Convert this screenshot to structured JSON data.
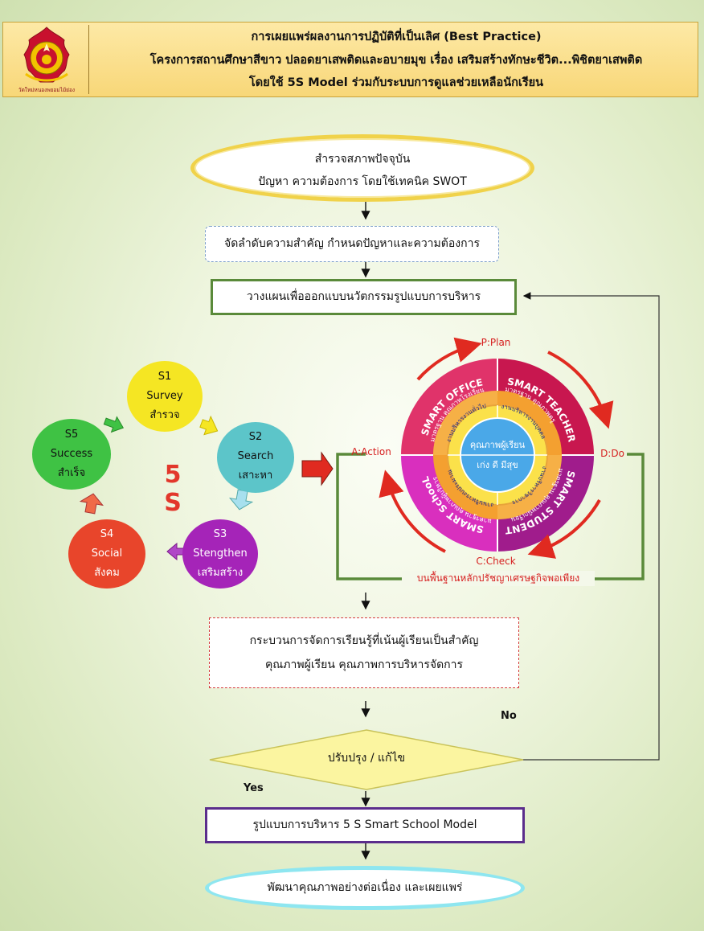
{
  "header": {
    "line1": "การเผยแพร่ผลงานการปฏิบัติที่เป็นเลิศ (Best Practice)",
    "line2": "โครงการสถานศึกษาสีขาว ปลอดยาเสพติดและอบายมุข เรื่อง เสริมสร้างทักษะชีวิต...พิชิตยาเสพติด",
    "line3": "โดยใช้ 5S Model ร่วมกับระบบการดูแลช่วยเหลือนักเรียน",
    "seal_text": "วัดใหม่หนองพยอมไม้ย่อง"
  },
  "flow": {
    "start_line1": "สำรวจสภาพปัจจุบัน",
    "start_line2": "ปัญหา ความต้องการ โดยใช้เทคนิค SWOT",
    "prioritize": "จัดลำดับความสำคัญ กำหนดปัญหาและความต้องการ",
    "plan": "วางแผนเพื่อออกแบบนวัตกรรมรูปแบบการบริหาร",
    "process_line1": "กระบวนการจัดการเรียนรู้ที่เน้นผู้เรียนเป็นสำคัญ",
    "process_line2": "คุณภาพผู้เรียน  คุณภาพการบริหารจัดการ",
    "decision": "ปรับปรุง / แก้ไข",
    "no_label": "No",
    "yes_label": "Yes",
    "model": "รูปแบบการบริหาร 5 S Smart School Model",
    "end": "พัฒนาคุณภาพอย่างต่อเนื่อง และเผยแพร่"
  },
  "five_s": {
    "title": "5 S",
    "s1": {
      "code": "S1",
      "en": "Survey",
      "th": "สำรวจ"
    },
    "s2": {
      "code": "S2",
      "en": "Search",
      "th": "เสาะหา"
    },
    "s3": {
      "code": "S3",
      "en": "Stengthen",
      "th": "เสริมสร้าง"
    },
    "s4": {
      "code": "S4",
      "en": "Social",
      "th": "สังคม"
    },
    "s5": {
      "code": "S5",
      "en": "Success",
      "th": "สำเร็จ"
    }
  },
  "pdca": {
    "plan": "P:Plan",
    "do": "D:Do",
    "check": "C:Check",
    "action": "A:Action",
    "base": "บนพื้นฐานหลักปรัชญาเศรษฐกิจพอเพียง",
    "center_line1": "คุณภาพผู้เรียน",
    "center_line2": "เก่ง ดี มีสุข",
    "q_office": "SMART OFFICE",
    "q_teacher": "SMART TEACHER",
    "q_student": "SMART STUDENT",
    "q_school": "SMART SchooL",
    "std_office": "มาตรฐาน คุณภาพโรงเรียน",
    "std_teacher": "มาตรฐาน คุณภาพครู",
    "std_student": "มาตรฐาน คุณภาพนักเรียน",
    "std_school": "มาตรฐาน คุณภาพผู้บริหาร",
    "work_general": "งานบริหารงานทั่วไป",
    "work_personnel": "งานบริหารงานบุคคล",
    "work_academic": "งานบริหารวิชาการ",
    "work_budget": "งานบริหารงบประมาณ"
  },
  "colors": {
    "s1": "#f5e623",
    "s2": "#5cc5c9",
    "s3": "#a524b8",
    "s4": "#e8452b",
    "s5": "#3fc244",
    "office": "#e0336a",
    "teacher": "#c8174f",
    "student": "#a01c8c",
    "school": "#d92fbe",
    "arrow_red": "#e02a20",
    "loop_green": "#5a8a3a"
  }
}
